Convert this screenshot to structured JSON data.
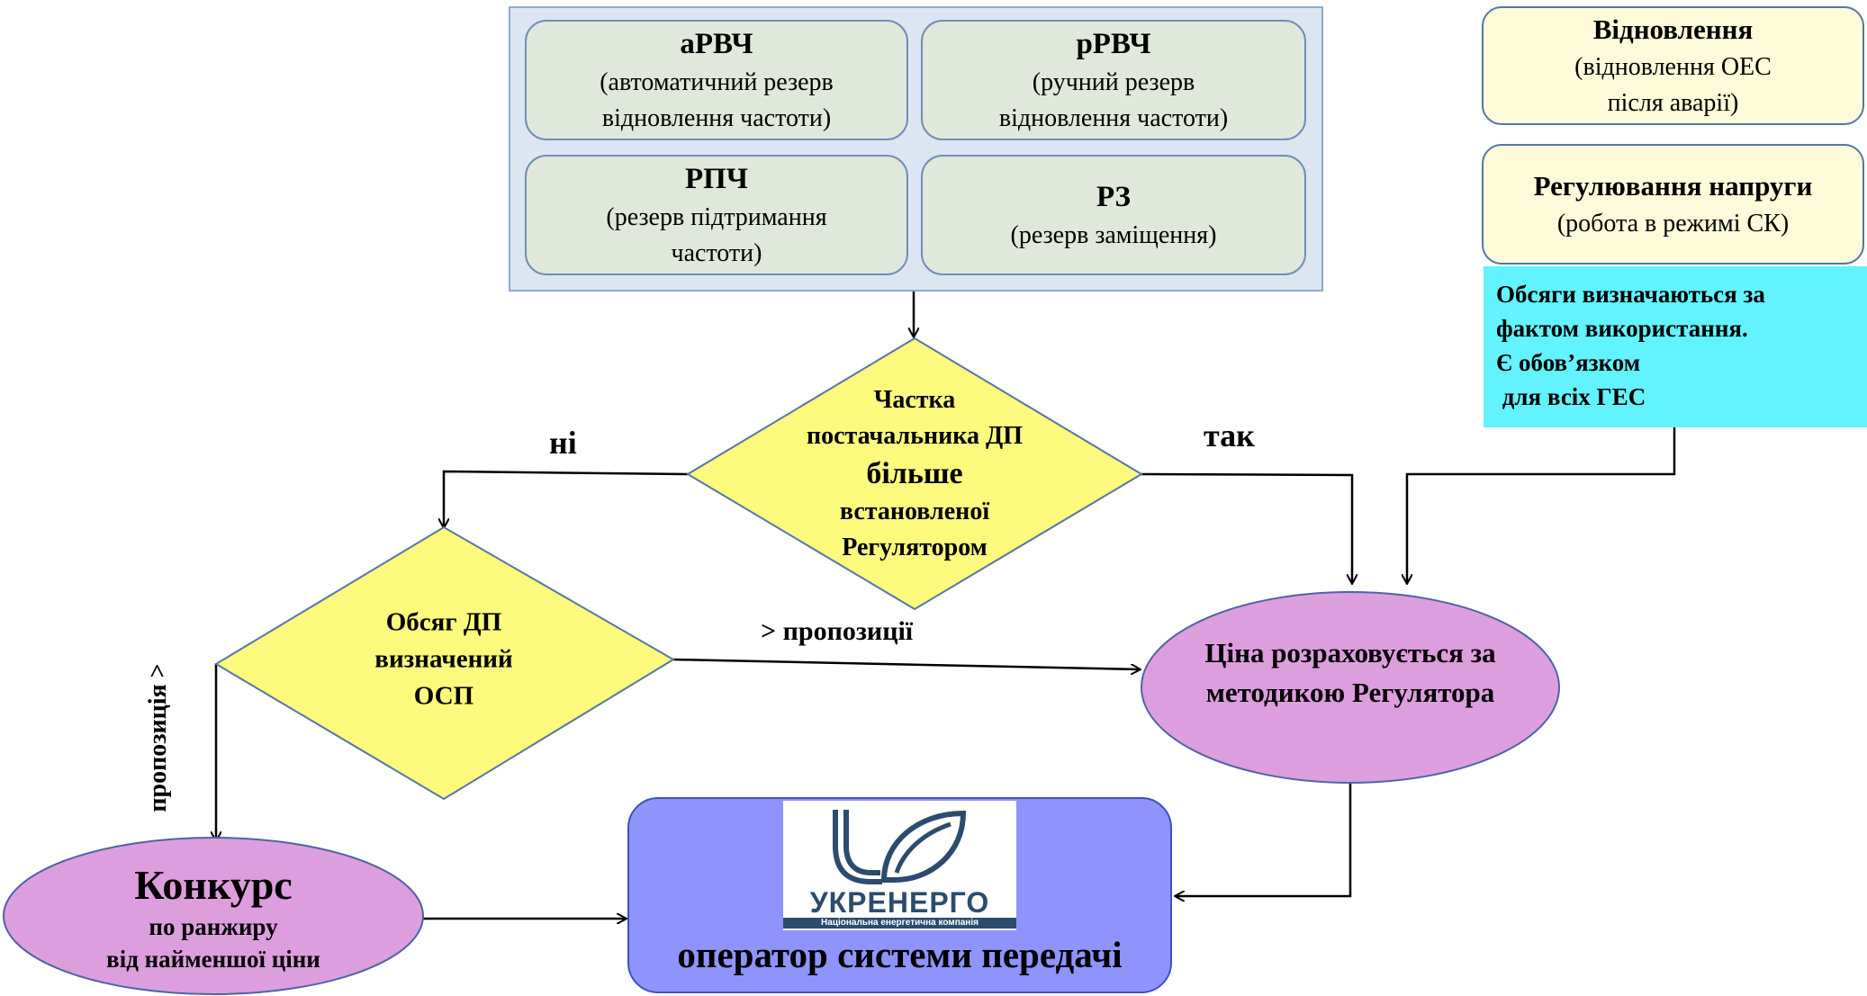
{
  "reserves": [
    {
      "title": "аРВЧ",
      "sub1": "(автоматичний резерв",
      "sub2": "відновлення частоти)"
    },
    {
      "title": "рРВЧ",
      "sub1": "(ручний резерв",
      "sub2": "відновлення частоти)"
    },
    {
      "title": "РПЧ",
      "sub1": "(резерв підтримання",
      "sub2": "частоти)"
    },
    {
      "title": "РЗ",
      "sub1": "(резерв заміщення)",
      "sub2": ""
    }
  ],
  "restoration": {
    "title": "Відновлення",
    "sub1": "(відновлення ОЕС",
    "sub2": "після аварії)"
  },
  "voltage": {
    "title": "Регулювання напруги",
    "sub1": "(робота в режимі СК)"
  },
  "note": {
    "line1": "Обсяги визначаються за",
    "line2": "фактом використання.",
    "line3": "Є обов’язком",
    "line4": " для всіх ГЕС"
  },
  "decision1": {
    "line1": "Частка",
    "line2": "постачальника ДП",
    "line3": "більше",
    "line4": "встановленої",
    "line5": "Регулятором"
  },
  "decision2": {
    "line1": "Обсяг ДП",
    "line2": "визначений",
    "line3": "ОСП"
  },
  "labels": {
    "no": "ні",
    "yes": "так",
    "gt_offer": "> пропозиції",
    "offer_gt": "пропозиція >"
  },
  "price": {
    "line1": "Ціна розраховується за",
    "line2": "методикою Регулятора"
  },
  "auction": {
    "title": "Конкурс",
    "line1": "по ранжиру",
    "line2": "від найменшої ціни"
  },
  "tso": {
    "logo_name": "УКРЕНЕРГО",
    "logo_sub": "Національна енергетична компанія",
    "caption": "оператор системи передачі"
  },
  "colors": {
    "panel": "#dce6f2",
    "reserve_box": "#dfe8da",
    "yellow_box": "#fdfbd9",
    "note": "#62f3fe",
    "diamond": "#fdfa7e",
    "ellipse": "#dd9edd",
    "tso": "#8e94fb"
  }
}
